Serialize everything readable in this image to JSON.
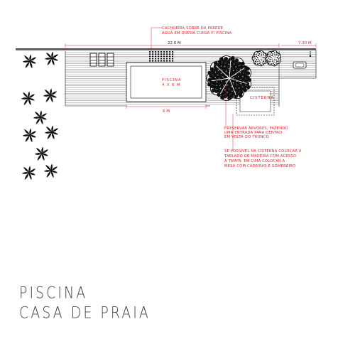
{
  "labels": {
    "dimension_total": "22.0 M",
    "dimension_right": "7.30 M",
    "dimension_pool_width": "6 M",
    "pool_name": "PISCINA",
    "pool_size": "4 X 6 M",
    "cistern": "CISTERNA"
  },
  "notes": {
    "waterfall": [
      "CACHOEIRA SOBRE DA PAREDE",
      "ÁGUA EM QUEDA CURVA P/ PISCINA"
    ],
    "trees": [
      "PRESERVAR ÁRVORES, FAZENDO",
      "UMA ENTRADA PARA DENTRO",
      "EM VOLTA DO TRONCO"
    ],
    "cistern": [
      "SE POSSÍVEL NA CISTERNA COLOCAR A",
      "TABLADO DE MADEIRA COM ACESSO",
      "À TAMPA. EM CIMA COLOCAR A",
      "MESA COM CADEIRAS E SOMBREIRO"
    ]
  },
  "title": {
    "line1": "PISCINA",
    "line2": "CASA DE PRAIA"
  },
  "colors": {
    "annotation": "#e0202a",
    "linework": "#111111",
    "title": "#444444"
  }
}
